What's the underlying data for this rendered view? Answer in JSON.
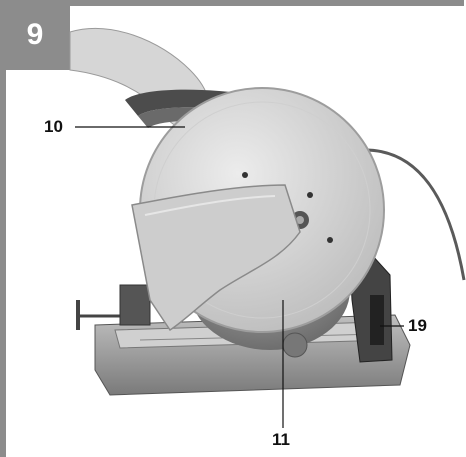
{
  "figure": {
    "number": "9",
    "callouts": {
      "handle": "10",
      "wheel": "11",
      "guard": "19"
    }
  },
  "colors": {
    "frame": "#8c8c8c",
    "tool_body": "#d9d9d9",
    "disc": "#8f8f8f"
  }
}
